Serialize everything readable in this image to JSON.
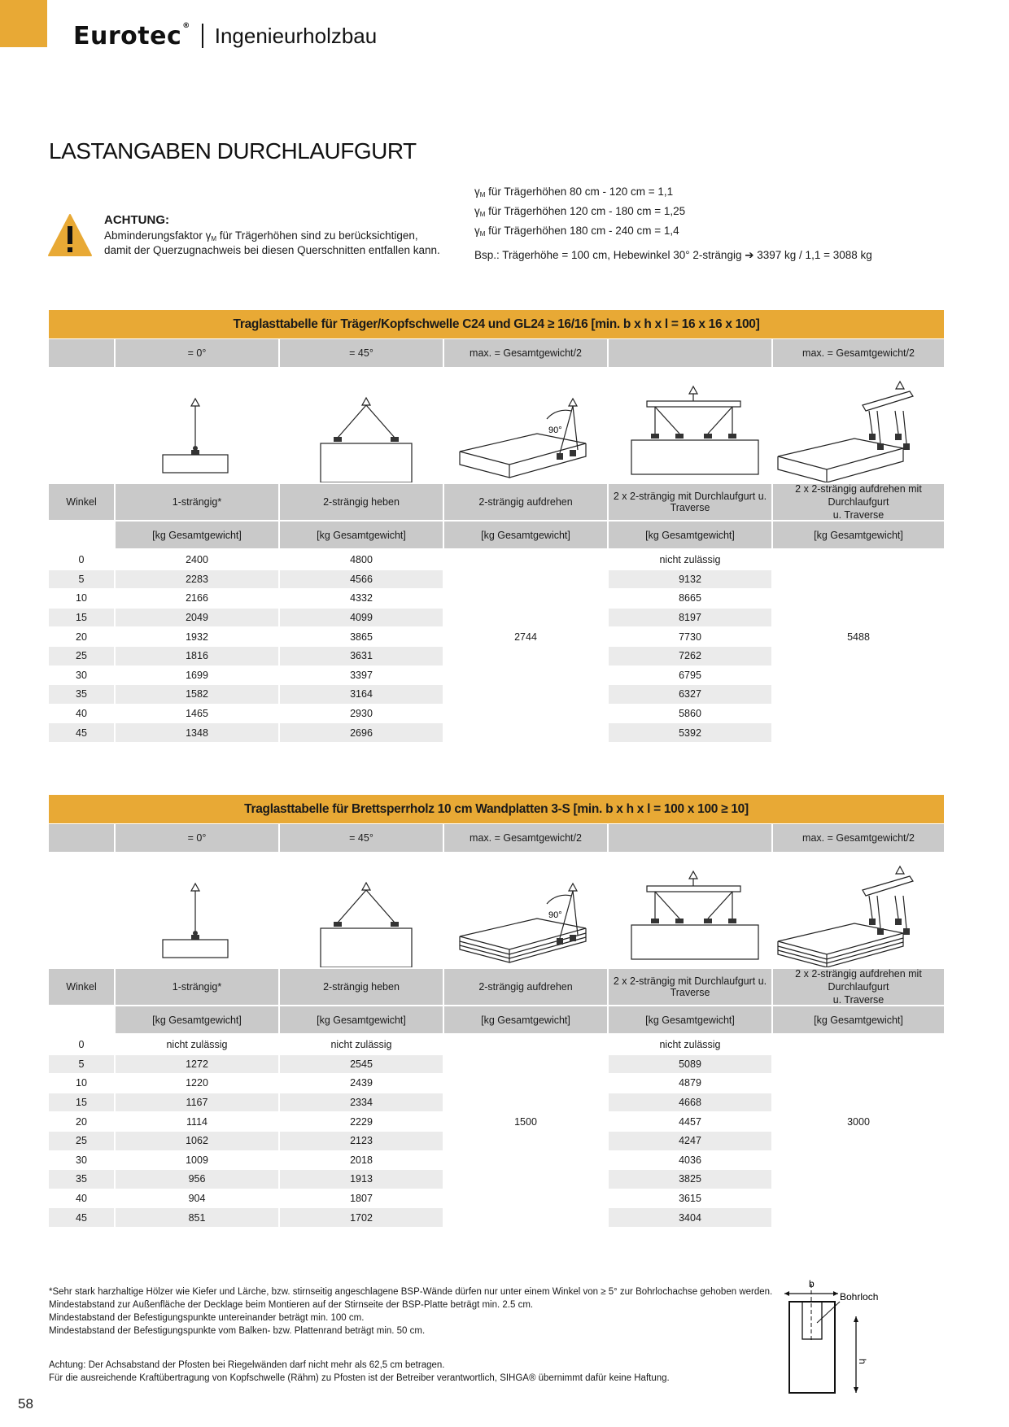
{
  "header": {
    "brand": "Eurotec",
    "brand_mark": "®",
    "section": "Ingenieurholzbau"
  },
  "page_title": "LASTANGABEN DURCHLAUFGURT",
  "warning": {
    "heading": "ACHTUNG:",
    "line1": "Abminderungsfaktor γ",
    "line1_sub": "M",
    "line1_rest": " für Trägerhöhen sind zu berücksichtigen,",
    "line2": "damit der Querzugnachweis bei diesen Querschnitten entfallen kann."
  },
  "gamma_factors": [
    {
      "sym": "γ",
      "sub": "M",
      "text": " für Trägerhöhen 80 cm - 120 cm = 1,1"
    },
    {
      "sym": "γ",
      "sub": "M",
      "text": " für Trägerhöhen 120 cm - 180 cm = 1,25"
    },
    {
      "sym": "γ",
      "sub": "M",
      "text": " für Trägerhöhen 180 cm - 240 cm = 1,4"
    }
  ],
  "example": "Bsp.: Trägerhöhe = 100 cm, Hebewinkel 30° 2-strängig ➔ 3397 kg / 1,1 = 3088 kg",
  "angle_labels": {
    "a0": "= 0°",
    "a45": "= 45°",
    "half1": "max. = Gesamtgewicht/2",
    "half2": "max. = Gesamtgewicht/2",
    "ninety": "90°"
  },
  "columns": [
    "Winkel",
    "1-strängig*",
    "2-strängig heben",
    "2-strängig aufdrehen",
    "2 x 2-strängig mit Durchlaufgurt u. Traverse",
    "2 x 2-strängig aufdrehen mit Durchlaufgurt",
    "u. Traverse"
  ],
  "unit": "[kg Gesamtgewicht]",
  "tables": [
    {
      "title": "Traglasttabelle für Träger/Kopfschwelle C24 und GL24 ≥ 16/16 [min. b x h x l = 16 x 16 x 100]",
      "rows": [
        [
          "0",
          "2400",
          "4800",
          "nicht zulässig"
        ],
        [
          "5",
          "2283",
          "4566",
          "9132"
        ],
        [
          "10",
          "2166",
          "4332",
          "8665"
        ],
        [
          "15",
          "2049",
          "4099",
          "8197"
        ],
        [
          "20",
          "1932",
          "3865",
          "7730"
        ],
        [
          "25",
          "1816",
          "3631",
          "7262"
        ],
        [
          "30",
          "1699",
          "3397",
          "6795"
        ],
        [
          "35",
          "1582",
          "3164",
          "6327"
        ],
        [
          "40",
          "1465",
          "2930",
          "5860"
        ],
        [
          "45",
          "1348",
          "2696",
          "5392"
        ]
      ],
      "merged_aufdrehen": "2744",
      "merged_aufdrehen_traverse": "5488"
    },
    {
      "title": "Traglasttabelle für Brettsperrholz 10 cm Wandplatten 3-S [min. b x h x l = 100 x 100 ≥ 10]",
      "rows": [
        [
          "0",
          "nicht zulässig",
          "nicht zulässig",
          "nicht zulässig"
        ],
        [
          "5",
          "1272",
          "2545",
          "5089"
        ],
        [
          "10",
          "1220",
          "2439",
          "4879"
        ],
        [
          "15",
          "1167",
          "2334",
          "4668"
        ],
        [
          "20",
          "1114",
          "2229",
          "4457"
        ],
        [
          "25",
          "1062",
          "2123",
          "4247"
        ],
        [
          "30",
          "1009",
          "2018",
          "4036"
        ],
        [
          "35",
          "956",
          "1913",
          "3825"
        ],
        [
          "40",
          "904",
          "1807",
          "3615"
        ],
        [
          "45",
          "851",
          "1702",
          "3404"
        ]
      ],
      "merged_aufdrehen": "1500",
      "merged_aufdrehen_traverse": "3000"
    }
  ],
  "footnotes": [
    "*Sehr stark harzhaltige Hölzer wie Kiefer und Lärche, bzw. stirnseitig angeschlagene BSP-Wände dürfen nur unter einem Winkel von ≥ 5° zur Bohrlochachse gehoben werden.",
    "Mindestabstand zur Außenfläche der Decklage beim Montieren auf der Stirnseite der BSP-Platte beträgt min. 2.5 cm.",
    "Mindestabstand der Befestigungspunkte untereinander beträgt min. 100 cm.",
    "Mindestabstand der Befestigungspunkte vom Balken- bzw. Plattenrand beträgt min. 50 cm."
  ],
  "notes": [
    "Achtung: Der Achsabstand der Pfosten bei Riegelwänden darf nicht mehr als 62,5 cm betragen.",
    "Für die ausreichende Kraftübertragung von Kopfschwelle (Rähm) zu Pfosten ist der Betreiber verantwortlich, SIHGA® übernimmt dafür keine Haftung."
  ],
  "drill_diagram": {
    "b": "b",
    "h": "h",
    "label": "Bohrloch"
  },
  "page_number": "58",
  "colors": {
    "accent": "#e8a935",
    "header_grey": "#c9c9c9",
    "stripe": "#ebebeb"
  }
}
